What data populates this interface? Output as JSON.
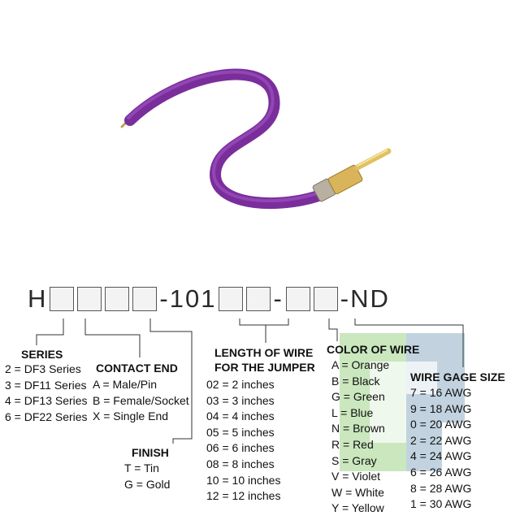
{
  "part_number": {
    "prefix": "H",
    "middle": "-101",
    "sep1": "-",
    "suffix": "-ND"
  },
  "series": {
    "title": "SERIES",
    "items": [
      "2 = DF3 Series",
      "3 = DF11 Series",
      "4 = DF13 Series",
      "6 = DF22 Series"
    ]
  },
  "contact_end": {
    "title": "CONTACT END",
    "items": [
      "A = Male/Pin",
      "B = Female/Socket",
      "X = Single End"
    ]
  },
  "finish": {
    "title": "FINISH",
    "items": [
      "T = Tin",
      "G = Gold"
    ]
  },
  "length": {
    "title_line1": "LENGTH OF WIRE",
    "title_line2": "FOR THE JUMPER",
    "items": [
      "02 = 2 inches",
      "03 = 3 inches",
      "04 = 4 inches",
      "05 = 5 inches",
      "06 = 6 inches",
      "08 = 8 inches",
      "10 = 10 inches",
      "12 = 12 inches"
    ]
  },
  "color": {
    "title": "COLOR OF WIRE",
    "items": [
      "A = Orange",
      "B = Black",
      "G = Green",
      "L = Blue",
      "N = Brown",
      "R = Red",
      "S = Gray",
      "V = Violet",
      "W = White",
      "Y = Yellow"
    ]
  },
  "gage": {
    "title": "WIRE GAGE SIZE",
    "items": [
      "7 = 16 AWG",
      "9 = 18 AWG",
      "0 = 20 AWG",
      "2 = 22 AWG",
      "4 = 24 AWG",
      "6 = 26 AWG",
      "8 = 28 AWG",
      "1 = 30 AWG"
    ]
  },
  "colors": {
    "wire": "#7a2e9c",
    "watermark_green": "#b8dfa8",
    "watermark_blue": "#aec4d4"
  }
}
